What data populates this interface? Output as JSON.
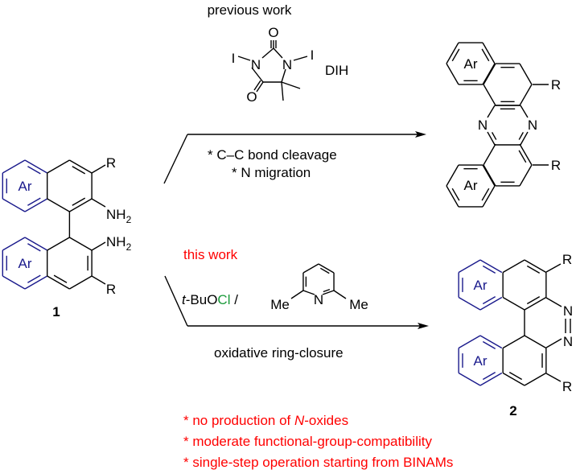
{
  "previous_work": {
    "label": "previous work",
    "reagent_name": "DIH",
    "atoms": {
      "O": "O",
      "N": "N",
      "I": "I"
    },
    "conditions": [
      "* C–C bond cleavage",
      "* N migration"
    ]
  },
  "this_work": {
    "label": "this work",
    "reagent_prefix": "t",
    "reagent_main": "-BuO",
    "reagent_cl": "Cl",
    "reagent_sep": " /",
    "base_atoms": {
      "N": "N",
      "Me": "Me"
    },
    "condition": "oxidative ring-closure",
    "advantages": [
      {
        "pre": "* no production of ",
        "italic": "N",
        "post": "-oxides"
      },
      {
        "pre": "* moderate functional-group-compatibility",
        "italic": "",
        "post": ""
      },
      {
        "pre": "* single-step operation starting from BINAMs",
        "italic": "",
        "post": ""
      }
    ]
  },
  "compound1": {
    "label": "1",
    "ar": "Ar",
    "r": "R",
    "nh2": "NH",
    "sub2": "2"
  },
  "compound2": {
    "label": "2",
    "ar": "Ar",
    "r": "R",
    "n": "N"
  },
  "phenazine": {
    "ar": "Ar",
    "r": "R",
    "n": "N"
  },
  "colors": {
    "aryl": "#1a1a8c",
    "highlight": "#ff0000",
    "chlorine": "#1a9a3a"
  }
}
